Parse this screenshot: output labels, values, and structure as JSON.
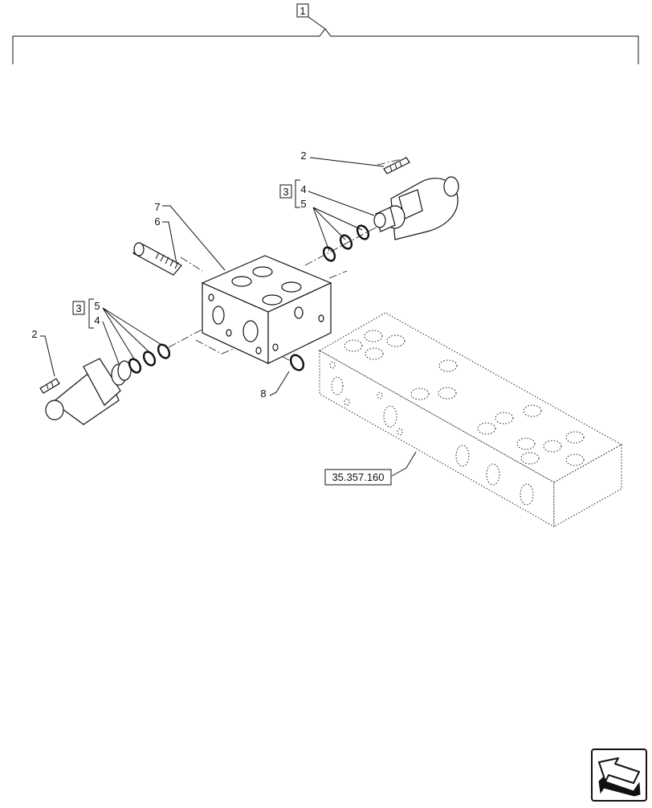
{
  "labels": {
    "assembly": "1",
    "kit_top": "3",
    "kit_left": "3",
    "kit_top_a": "4",
    "kit_top_b": "5",
    "kit_left_a": "5",
    "kit_left_b": "4",
    "screw_top": "2",
    "screw_left": "2",
    "capscrew": "6",
    "block": "7",
    "oring": "8",
    "reference": "35.357.160"
  },
  "icons": {
    "nav": "next-page-arrow-icon"
  }
}
